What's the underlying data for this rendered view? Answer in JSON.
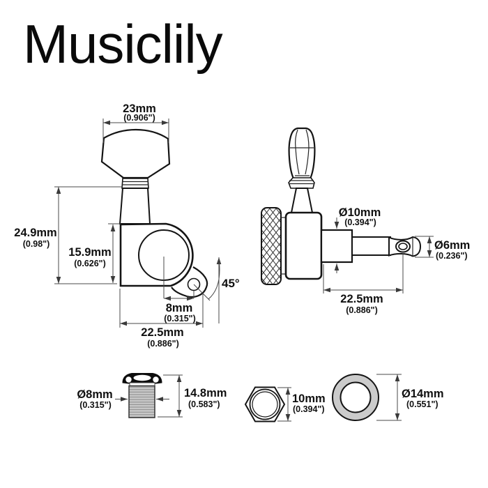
{
  "brand": {
    "logo": "Musiclily"
  },
  "front_view": {
    "button_width": {
      "mm": "23mm",
      "inch": "(0.906\")"
    },
    "overall_height": {
      "mm": "24.9mm",
      "inch": "(0.98\")"
    },
    "housing_height": {
      "mm": "15.9mm",
      "inch": "(0.626\")"
    },
    "screw_hole_offset": {
      "mm": "8mm",
      "inch": "(0.315\")"
    },
    "overall_width": {
      "mm": "22.5mm",
      "inch": "(0.886\")"
    },
    "screw_tab_angle": "45°"
  },
  "side_view": {
    "shoulder_diameter": {
      "mm": "Ø10mm",
      "inch": "(0.394\")"
    },
    "string_post_diameter": {
      "mm": "Ø6mm",
      "inch": "(0.236\")"
    },
    "post_length": {
      "mm": "22.5mm",
      "inch": "(0.886\")"
    }
  },
  "hardware": {
    "bushing": {
      "diameter": {
        "mm": "Ø8mm",
        "inch": "(0.315\")"
      },
      "height": {
        "mm": "14.8mm",
        "inch": "(0.583\")"
      }
    },
    "hex_nut": {
      "wrench_size": {
        "mm": "10mm",
        "inch": "(0.394\")"
      }
    },
    "washer": {
      "diameter": {
        "mm": "Ø14mm",
        "inch": "(0.551\")"
      }
    }
  },
  "colors": {
    "line": "#141414",
    "dimension_line": "#484848",
    "metal_gray": "#cbcbcb",
    "background": "#ffffff"
  }
}
